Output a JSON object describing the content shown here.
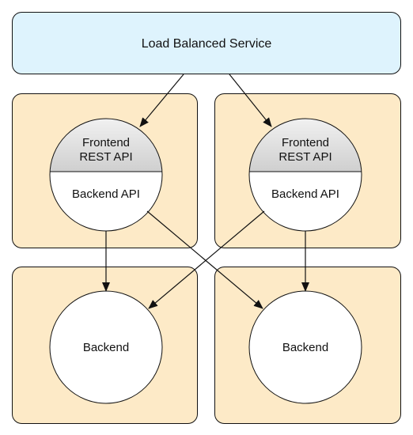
{
  "diagram": {
    "service": {
      "label": "Load Balanced Service"
    },
    "nodes": [
      {
        "top_line1": "Frontend",
        "top_line2": "REST API",
        "bottom": "Backend API"
      },
      {
        "top_line1": "Frontend",
        "top_line2": "REST API",
        "bottom": "Backend API"
      }
    ],
    "backends": [
      {
        "label": "Backend"
      },
      {
        "label": "Backend"
      }
    ],
    "colors": {
      "service_fill": "#def3fd",
      "container_fill": "#fdeac7",
      "node_top_gradient_start": "#f2f2f2",
      "node_top_gradient_end": "#cfcfcf",
      "stroke": "#111111"
    }
  }
}
